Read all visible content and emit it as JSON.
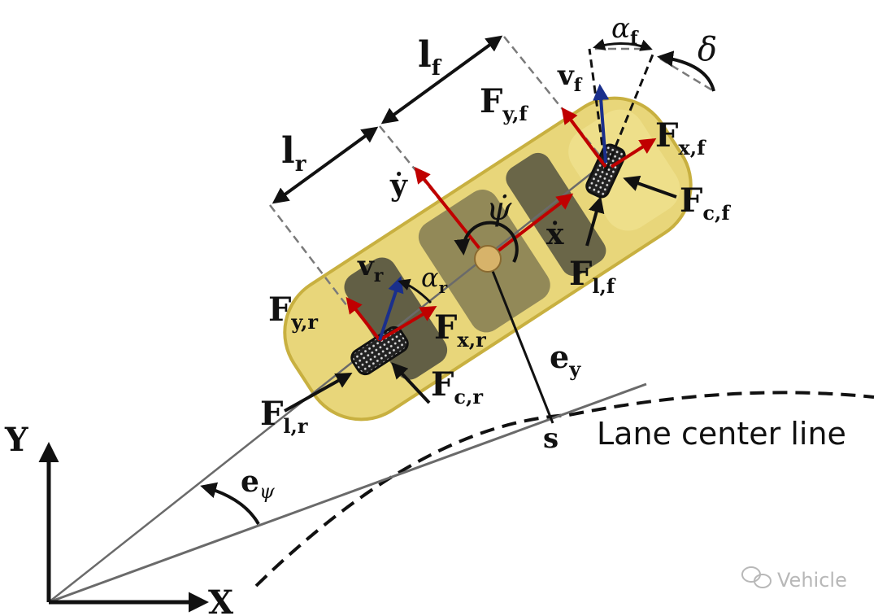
{
  "colors": {
    "car_body": "#e8d67a",
    "car_outline": "#c8b040",
    "window": "#4a4a3c",
    "force_red": "#c00000",
    "velocity_blue": "#1a2f8c",
    "black": "#111111",
    "gray_line": "#6a6a6a",
    "dashed_gray": "#7a7a7a",
    "watermark": "#b8b8b8"
  },
  "labels": {
    "lf": {
      "main": "l",
      "sub": "f"
    },
    "lr": {
      "main": "l",
      "sub": "r"
    },
    "alpha_f": {
      "main": "α",
      "sub": "f"
    },
    "delta": "δ",
    "vf": {
      "main": "v",
      "sub": "f"
    },
    "Fyf": {
      "main": "F",
      "sub": "y,f"
    },
    "Fxf": {
      "main": "F",
      "sub": "x,f"
    },
    "Fcf": {
      "main": "F",
      "sub": "c,f"
    },
    "Flf": {
      "main": "F",
      "sub": "l,f"
    },
    "ydot": "ẏ",
    "psidot": "ψ̇",
    "xdot": "ẋ",
    "vr": {
      "main": "v",
      "sub": "r"
    },
    "alpha_r": {
      "main": "α",
      "sub": "r"
    },
    "Fyr": {
      "main": "F",
      "sub": "y,r"
    },
    "Fxr": {
      "main": "F",
      "sub": "x,r"
    },
    "Fcr": {
      "main": "F",
      "sub": "c,r"
    },
    "Flr": {
      "main": "F",
      "sub": "l,r"
    },
    "ey": {
      "main": "e",
      "sub": "y"
    },
    "s": "s",
    "epsi": {
      "main": "e",
      "sub": "ψ"
    },
    "axis_x": "X",
    "axis_y": "Y",
    "lane_caption": "Lane center line"
  },
  "watermark": "Vehicle"
}
